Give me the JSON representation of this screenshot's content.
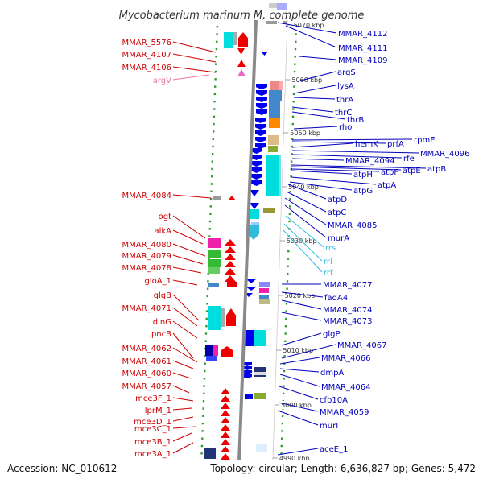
{
  "title": "Mycobacterium marinum M, complete genome",
  "accession": "Accession: NC_010612",
  "summary": "Topology: circular; Length: 6,636,827 bp; Genes: 5,472",
  "colors": {
    "left_labels": "#cc0000",
    "right_labels": "#0000bb",
    "rna_left": "#ee77aa",
    "rna_right": "#33bbdd",
    "backbone": "#888888",
    "tick_dots": "#339933",
    "forward_features": "#ee0000",
    "reverse_features": "#0000ee"
  },
  "scale": {
    "ticks": [
      "5070 kbp",
      "5060 kbp",
      "5050 kbp",
      "5040 kbp",
      "5030 kbp",
      "5020 kbp",
      "5010 kbp",
      "5000 kbp",
      "4990 kbp"
    ]
  },
  "left_genes": [
    {
      "name": "MMAR_5576",
      "type": "gene"
    },
    {
      "name": "MMAR_4107",
      "type": "gene"
    },
    {
      "name": "MMAR_4106",
      "type": "gene"
    },
    {
      "name": "argV",
      "type": "rna"
    },
    {
      "name": "MMAR_4084",
      "type": "gene"
    },
    {
      "name": "ogt",
      "type": "gene"
    },
    {
      "name": "alkA",
      "type": "gene"
    },
    {
      "name": "MMAR_4080",
      "type": "gene"
    },
    {
      "name": "MMAR_4079",
      "type": "gene"
    },
    {
      "name": "MMAR_4078",
      "type": "gene"
    },
    {
      "name": "gloA_1",
      "type": "gene"
    },
    {
      "name": "glgB",
      "type": "gene"
    },
    {
      "name": "MMAR_4071",
      "type": "gene"
    },
    {
      "name": "dinG",
      "type": "gene"
    },
    {
      "name": "pncB",
      "type": "gene"
    },
    {
      "name": "MMAR_4062",
      "type": "gene"
    },
    {
      "name": "MMAR_4061",
      "type": "gene"
    },
    {
      "name": "MMAR_4060",
      "type": "gene"
    },
    {
      "name": "MMAR_4057",
      "type": "gene"
    },
    {
      "name": "mce3F_1",
      "type": "gene"
    },
    {
      "name": "lprM_1",
      "type": "gene"
    },
    {
      "name": "mce3D_1",
      "type": "gene"
    },
    {
      "name": "mce3C_1",
      "type": "gene"
    },
    {
      "name": "mce3B_1",
      "type": "gene"
    },
    {
      "name": "mce3A_1",
      "type": "gene"
    }
  ],
  "right_genes": [
    {
      "name": "MMAR_4112",
      "type": "gene"
    },
    {
      "name": "MMAR_4111",
      "type": "gene"
    },
    {
      "name": "MMAR_4109",
      "type": "gene"
    },
    {
      "name": "argS",
      "type": "gene"
    },
    {
      "name": "lysA",
      "type": "gene"
    },
    {
      "name": "thrA",
      "type": "gene"
    },
    {
      "name": "thrC",
      "type": "gene"
    },
    {
      "name": "thrB",
      "type": "gene"
    },
    {
      "name": "rho",
      "type": "gene"
    },
    {
      "name": "rpmE",
      "type": "gene"
    },
    {
      "name": "prfA",
      "type": "gene"
    },
    {
      "name": "hemK",
      "type": "gene"
    },
    {
      "name": "MMAR_4096",
      "type": "gene"
    },
    {
      "name": "rfe",
      "type": "gene"
    },
    {
      "name": "MMAR_4094",
      "type": "gene"
    },
    {
      "name": "atpB",
      "type": "gene"
    },
    {
      "name": "atpE",
      "type": "gene"
    },
    {
      "name": "atpF",
      "type": "gene"
    },
    {
      "name": "atpH",
      "type": "gene"
    },
    {
      "name": "atpA",
      "type": "gene"
    },
    {
      "name": "atpG",
      "type": "gene"
    },
    {
      "name": "atpD",
      "type": "gene"
    },
    {
      "name": "atpC",
      "type": "gene"
    },
    {
      "name": "MMAR_4085",
      "type": "gene"
    },
    {
      "name": "murA",
      "type": "gene"
    },
    {
      "name": "rrs",
      "type": "rna"
    },
    {
      "name": "rrl",
      "type": "rna"
    },
    {
      "name": "rrf",
      "type": "rna"
    },
    {
      "name": "MMAR_4077",
      "type": "gene"
    },
    {
      "name": "fadA4",
      "type": "gene"
    },
    {
      "name": "MMAR_4074",
      "type": "gene"
    },
    {
      "name": "MMAR_4073",
      "type": "gene"
    },
    {
      "name": "glgP",
      "type": "gene"
    },
    {
      "name": "MMAR_4067",
      "type": "gene"
    },
    {
      "name": "MMAR_4066",
      "type": "gene"
    },
    {
      "name": "dmpA",
      "type": "gene"
    },
    {
      "name": "MMAR_4064",
      "type": "gene"
    },
    {
      "name": "cfp10A",
      "type": "gene"
    },
    {
      "name": "MMAR_4059",
      "type": "gene"
    },
    {
      "name": "murI",
      "type": "gene"
    },
    {
      "name": "aceE_1",
      "type": "gene"
    }
  ]
}
